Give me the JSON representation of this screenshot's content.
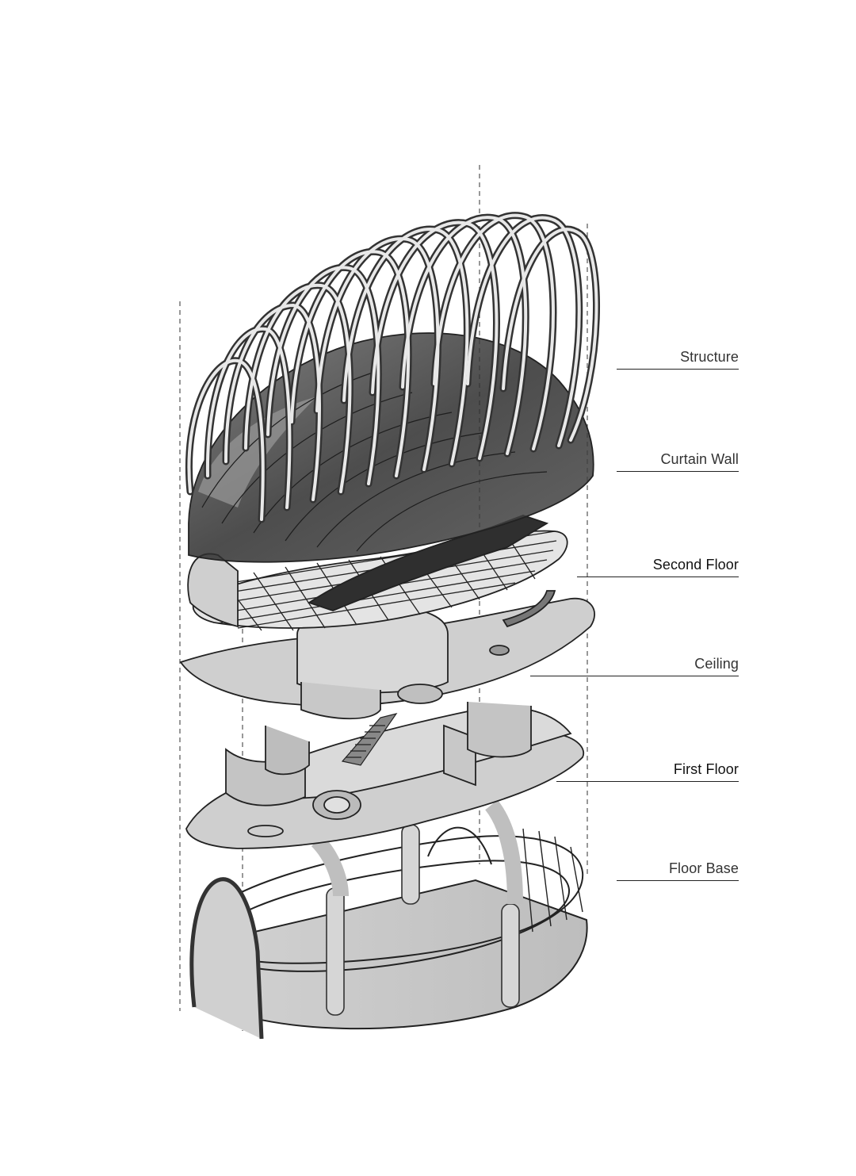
{
  "labels": [
    {
      "id": "structure",
      "text": "Structure"
    },
    {
      "id": "curtain-wall",
      "text": "Curtain Wall"
    },
    {
      "id": "second-floor",
      "text": "Second Floor"
    },
    {
      "id": "ceiling",
      "text": "Ceiling"
    },
    {
      "id": "first-floor",
      "text": "First Floor"
    },
    {
      "id": "floor-base",
      "text": "Floor Base"
    }
  ],
  "colors": {
    "background": "#ffffff",
    "line": "#222222",
    "surface": "#c9c9c9",
    "glass": "#3a3a3a"
  }
}
